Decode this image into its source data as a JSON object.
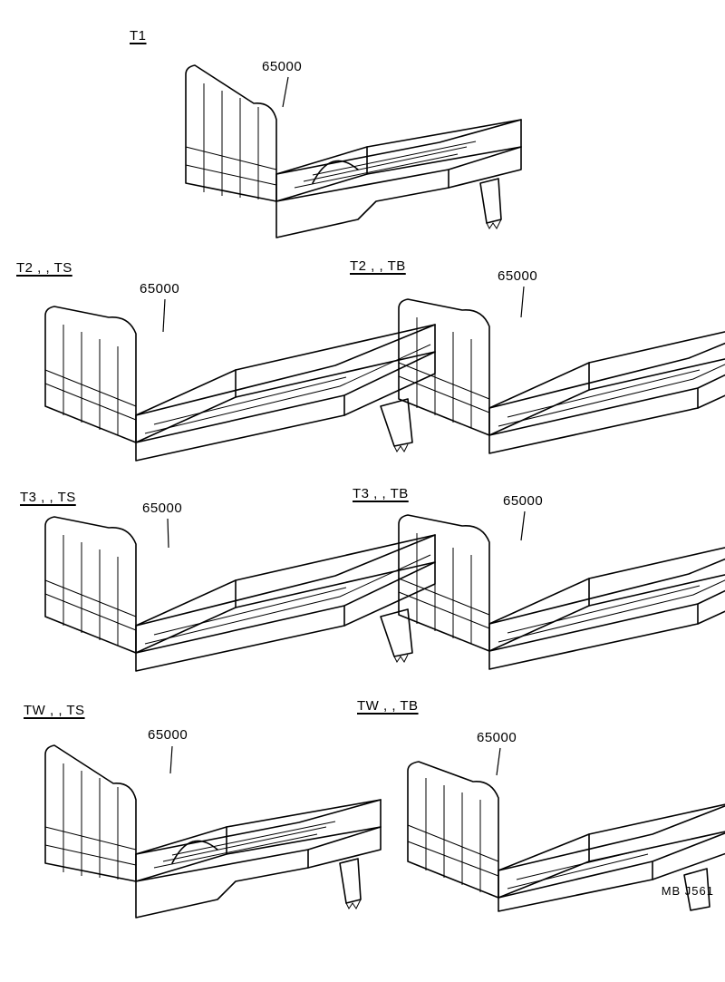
{
  "figure_code": "MB  J561",
  "panels": [
    {
      "variant": "T1",
      "part": "65000",
      "style": "tall"
    },
    {
      "variant": "T2 , , TS",
      "part": "65000",
      "style": "long"
    },
    {
      "variant": "T2 , , TB",
      "part": "65000",
      "style": "long"
    },
    {
      "variant": "T3 , , TS",
      "part": "65000",
      "style": "long"
    },
    {
      "variant": "T3 , , TB",
      "part": "65000",
      "style": "long"
    },
    {
      "variant": "TW , , TS",
      "part": "65000",
      "style": "tall"
    },
    {
      "variant": "TW , , TB",
      "part": "65000",
      "style": "short"
    }
  ]
}
